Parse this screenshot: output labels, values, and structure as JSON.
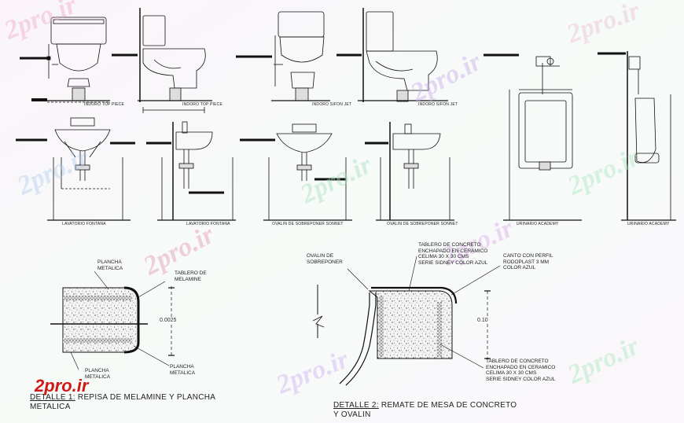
{
  "drawing": {
    "fixtures": [
      {
        "id": "toilet-front-1",
        "label": "INDORO TOP PIECE"
      },
      {
        "id": "toilet-side-1",
        "label": "INDORO TOP PIECE"
      },
      {
        "id": "toilet-front-2",
        "label": "INDORO SIFON JET"
      },
      {
        "id": "toilet-side-2",
        "label": "INDORO SIFON JET"
      },
      {
        "id": "lav-front-1",
        "label": "LAVATORIO FONTANA"
      },
      {
        "id": "lav-side-1",
        "label": "LAVATORIO FONTANA"
      },
      {
        "id": "lav-front-2",
        "label": "OVALIN DE SOBREPONER SONNET"
      },
      {
        "id": "lav-side-2",
        "label": "OVALIN DE SOBREPONER SONNET"
      },
      {
        "id": "urinal-front",
        "label": "URINARIO ACADEMY"
      },
      {
        "id": "urinal-side",
        "label": "URINARIO ACADEMY"
      }
    ],
    "detail1": {
      "title_prefix": "DETALLE 1:",
      "title_rest": " REPISA DE MELAMINE Y PLANCHA",
      "title_line2": "METALICA",
      "note_top": "PLANCHA\nMETALICA",
      "note_melamine": "TABLERO DE\nMELAMINE",
      "note_bottom_left": "PLANCHA\nMETALICA",
      "note_bottom_right": "PLANCHA\nMETALICA",
      "dimension": "0.0025"
    },
    "detail2": {
      "title_prefix": "DETALLE 2:",
      "title_rest": " REMATE DE MESA DE CONCRETO",
      "title_line2": "Y OVALIN",
      "note_ovalin": "OVALIN DE\nSOBREPONER",
      "note_tablero_top": "TABLERO DE CONCRETO\nENCHAPADO EN CERAMICO\nCELIMA 30 X 30 CMS\nSERIE SIDNEY COLOR AZUL",
      "note_canto": "CANTO CON PERFIL\nRODOPLAST 3 MM\nCOLOR AZUL",
      "note_tablero_bottom": "TABLERO DE CONCRETO\nENCHAPADO EN CERAMICO\nCELIMA 30 X 30 CMS\nSERIE SIDNEY COLOR AZUL",
      "dimension": "0.10"
    },
    "watermark": "2pro.ir",
    "logo": "2pro.ir"
  }
}
